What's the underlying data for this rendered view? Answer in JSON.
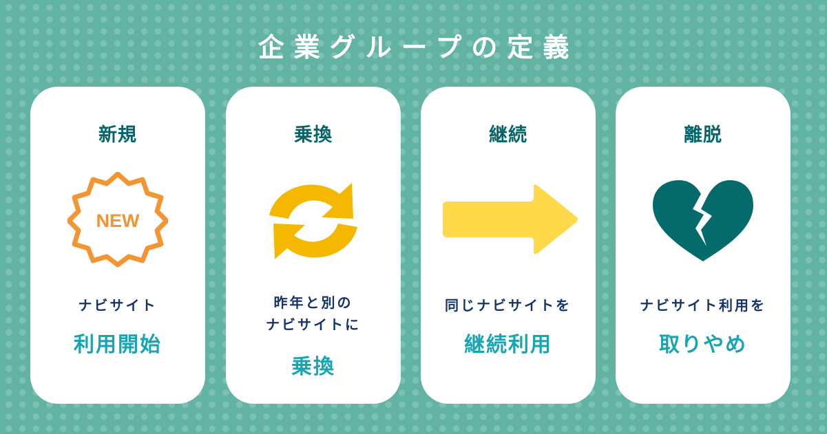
{
  "title": "企業グループの定義",
  "colors": {
    "background": "#63b3a5",
    "card": "#ffffff",
    "card_title": "#05656b",
    "description": "#13336b",
    "emphasis": "#18a5b3",
    "new_badge": "#f39533",
    "cycle_arrows": "#f5b800",
    "right_arrow": "#ffd94a",
    "broken_heart": "#046a6c"
  },
  "cards": [
    {
      "title": "新規",
      "icon": "new-badge-icon",
      "icon_text": "NEW",
      "description_lines": [
        "ナビサイト"
      ],
      "emphasis": "利用開始"
    },
    {
      "title": "乗換",
      "icon": "refresh-cycle-icon",
      "description_lines": [
        "昨年と別の",
        "ナビサイトに"
      ],
      "emphasis": "乗換"
    },
    {
      "title": "継続",
      "icon": "arrow-right-icon",
      "description_lines": [
        "同じナビサイトを"
      ],
      "emphasis": "継続利用"
    },
    {
      "title": "離脱",
      "icon": "broken-heart-icon",
      "description_lines": [
        "ナビサイト利用を"
      ],
      "emphasis": "取りやめ"
    }
  ]
}
